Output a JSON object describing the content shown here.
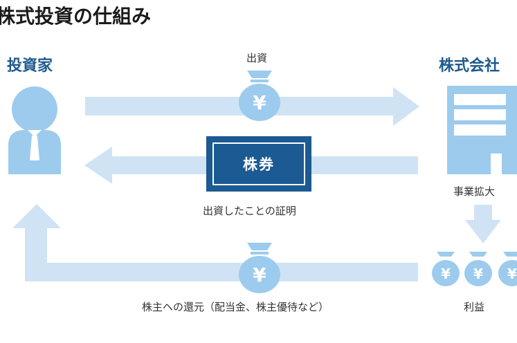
{
  "title": "株式投資の仕組み",
  "actors": {
    "investor": "投資家",
    "company": "株式会社"
  },
  "labels": {
    "investment": "出資",
    "stock_certificate": "株券",
    "proof_of_investment": "出資したことの証明",
    "business_expansion": "事業拡大",
    "profit": "利益",
    "shareholder_return": "株主への還元（配当金、株主優待など）"
  },
  "symbols": {
    "yen": "¥"
  },
  "colors": {
    "arrow": "#cfe3f4",
    "icon": "#9ccbee",
    "accent": "#1b5a92",
    "label": "#1d5a8e"
  }
}
